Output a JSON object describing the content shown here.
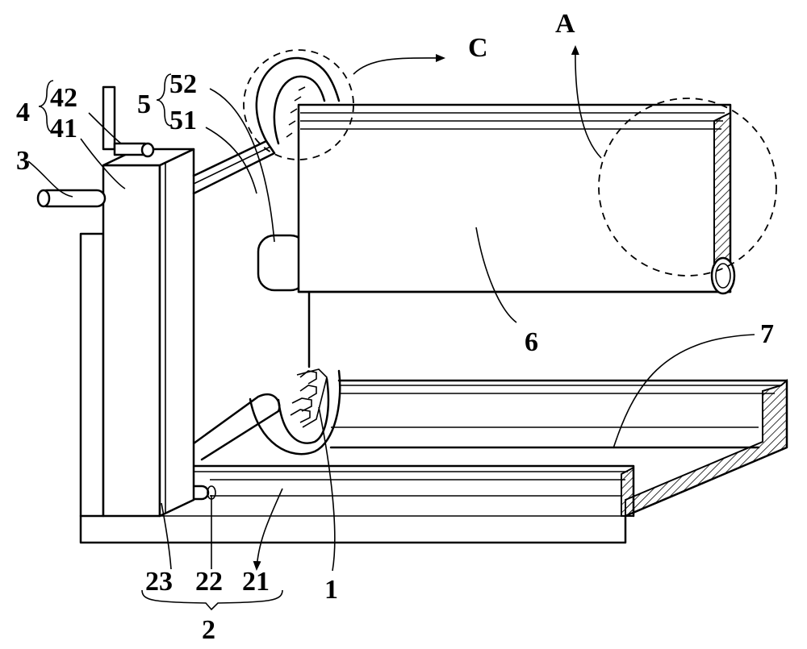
{
  "labels": {
    "n1": "1",
    "n2": "2",
    "n3": "3",
    "n4": "4",
    "n5": "5",
    "n6": "6",
    "n7": "7",
    "n21": "21",
    "n22": "22",
    "n23": "23",
    "n41": "41",
    "n42": "42",
    "n51": "51",
    "n52": "52",
    "A": "A",
    "C": "C"
  }
}
